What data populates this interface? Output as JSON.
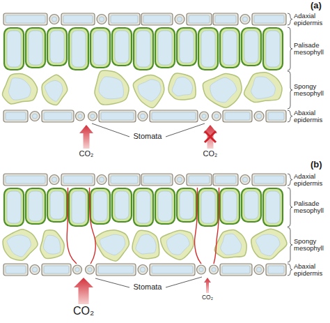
{
  "diagram": {
    "labels": [
      "(a)",
      "Adaxial epidermis",
      "Palisade mesophyll",
      "Spongy mesophyll",
      "Abaxial epidermis",
      "Stomata",
      "CO₂",
      "CO₂",
      "(b)",
      "Adaxial epidermis",
      "Palisade mesophyll",
      "Spongy mesophyll",
      "Abaxial epidermis",
      "Stomata",
      "CO₂",
      "CO₂"
    ]
  }
}
